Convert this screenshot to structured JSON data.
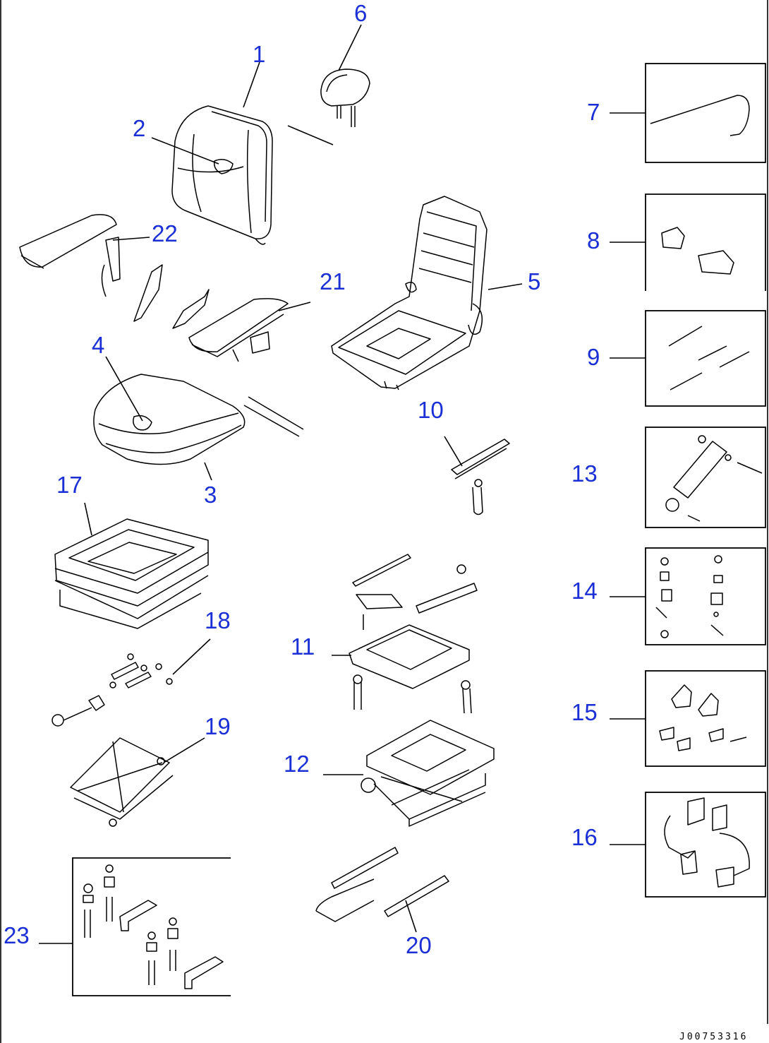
{
  "diagram": {
    "callouts": [
      "1",
      "2",
      "3",
      "4",
      "5",
      "6",
      "7",
      "8",
      "9",
      "10",
      "11",
      "12",
      "13",
      "14",
      "15",
      "16",
      "17",
      "18",
      "19",
      "20",
      "21",
      "22",
      "23"
    ],
    "drawing_code": "J00753316"
  },
  "colors": {
    "callout": "#1a2fd6",
    "line": "#000000",
    "background": "#ffffff"
  }
}
